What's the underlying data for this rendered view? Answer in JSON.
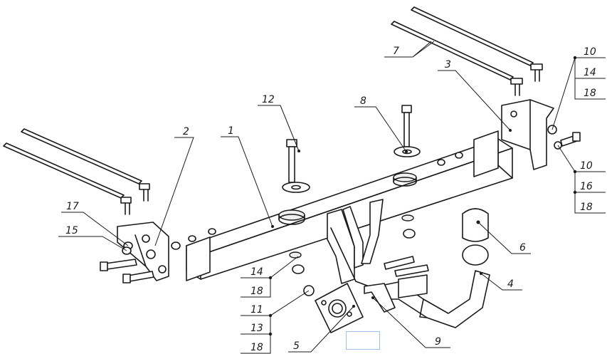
{
  "callouts": {
    "c1": "1",
    "c2": "2",
    "c3": "3",
    "c4": "4",
    "c5": "5",
    "c6": "6",
    "c7": "7",
    "c8": "8",
    "c9": "9",
    "c12": "12",
    "c17": "17",
    "c15": "15",
    "c10a": "10",
    "c14a": "14",
    "c18a": "18",
    "c10b": "10",
    "c16b": "16",
    "c18b": "18",
    "c14c": "14",
    "c18c": "18",
    "c11d": "11",
    "c13d": "13",
    "c18d": "18"
  }
}
